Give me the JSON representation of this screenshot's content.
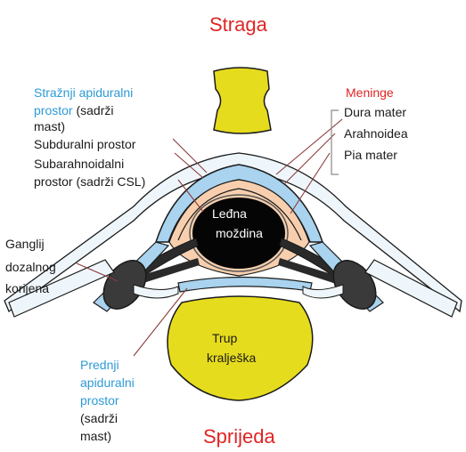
{
  "orientation": {
    "top": "Straga",
    "bottom": "Sprijeda"
  },
  "posterior_epidural": {
    "line1": "Stražnji apiduralni",
    "line2_blue": "prostor",
    "line2_black": "(sadrži",
    "line3": "mast)"
  },
  "subdural": "Subduralni prostor",
  "subarachnoid": {
    "line1": "Subarahnoidalni",
    "line2": "prostor (sadrži CSL)"
  },
  "meninges": {
    "title": "Meninge",
    "items": [
      "Dura mater",
      "Arahnoidea",
      "Pia mater"
    ]
  },
  "spinal_cord": {
    "line1": "Leđna",
    "line2": "moždina"
  },
  "ganglion": {
    "line1": "Ganglij",
    "line2": "dozalnog",
    "line3": "korijena"
  },
  "vertebral_body": {
    "line1": "Trup",
    "line2": "kralješka"
  },
  "anterior_epidural": {
    "line1": "Prednji",
    "line2": "apiduralni",
    "line3": "prostor",
    "line4": "(sadrži",
    "line5": "mast)"
  },
  "colors": {
    "bone": "#e6dc1e",
    "dura": "#a9d3ee",
    "csf": "#f7cfae",
    "cord": "#050505",
    "ganglion": "#3a3a3a",
    "label_blue": "#2e9ad6",
    "label_red": "#e02424"
  }
}
